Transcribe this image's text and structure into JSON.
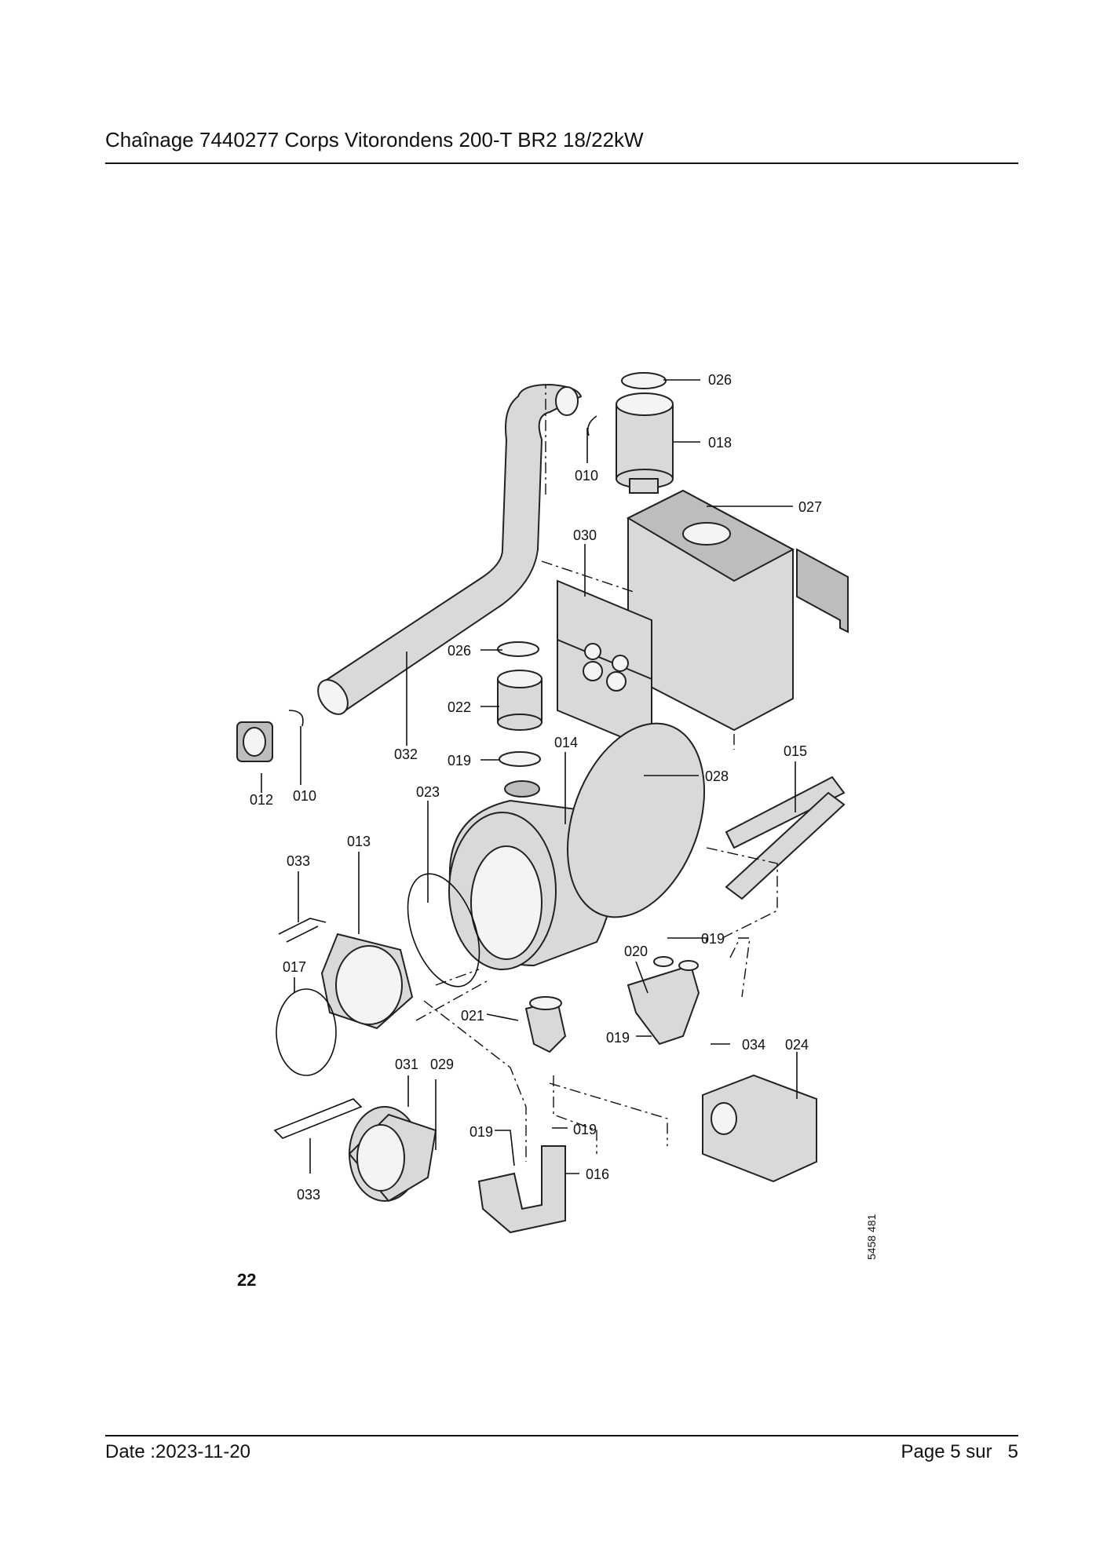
{
  "header": {
    "title": "Chaînage 7440277 Corps Vitorondens 200-T BR2 18/22kW"
  },
  "diagram": {
    "labels": {
      "l026a": "026",
      "l018": "018",
      "l010a": "010",
      "l027": "027",
      "l030": "030",
      "l026b": "026",
      "l022": "022",
      "l032": "032",
      "l019a": "019",
      "l014": "014",
      "l028": "028",
      "l015": "015",
      "l012": "012",
      "l010b": "010",
      "l023": "023",
      "l013": "013",
      "l033a": "033",
      "l019b": "019",
      "l020": "020",
      "l017": "017",
      "l021": "021",
      "l019c": "019",
      "l034": "034",
      "l024": "024",
      "l031": "031",
      "l029": "029",
      "l019d": "019",
      "l019e": "019",
      "l016": "016",
      "l033b": "033"
    },
    "figure_number": "22",
    "drawing_code": "5458 481"
  },
  "footer": {
    "date": "Date :2023-11-20",
    "page_label": "Page 5 sur",
    "page_total": "5"
  }
}
